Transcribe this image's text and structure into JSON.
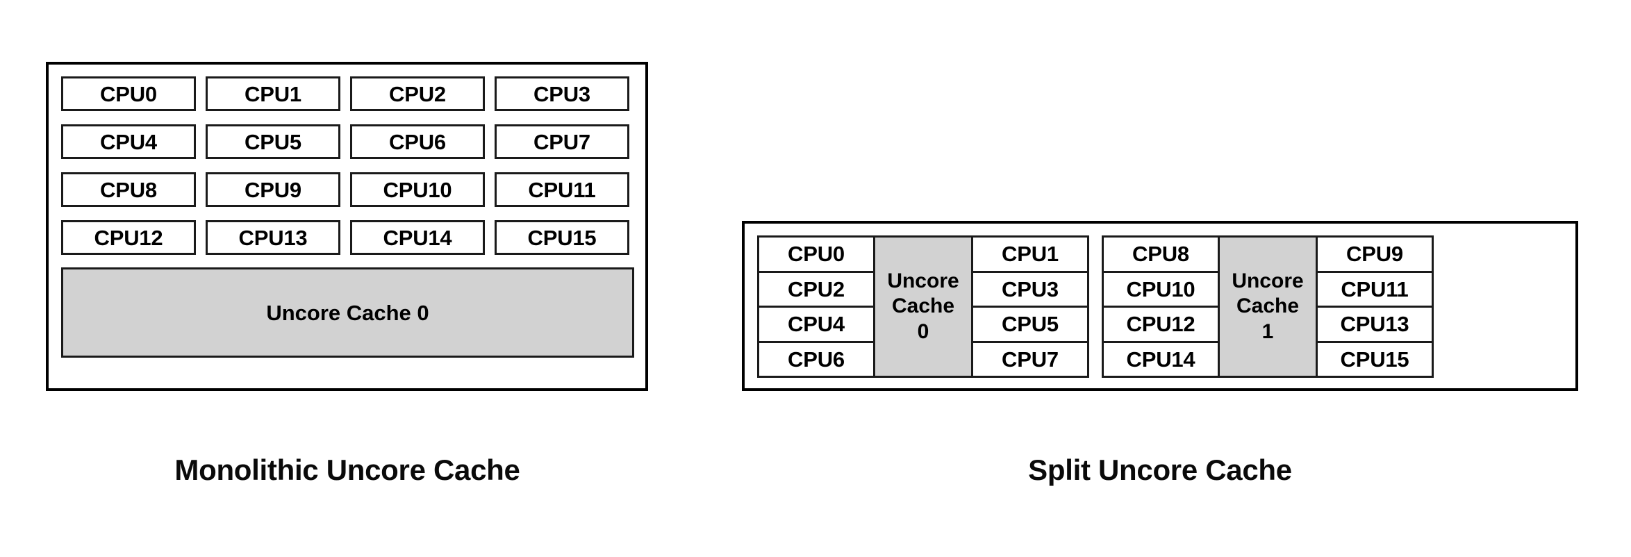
{
  "colors": {
    "cache_fill": "#d2d2d2",
    "border": "#1a1a1a",
    "outer_border": "#000000",
    "background": "#ffffff",
    "text": "#000000"
  },
  "figures": [
    {
      "id": "monolithic",
      "caption": "Monolithic Uncore Cache",
      "cpus": [
        "CPU0",
        "CPU1",
        "CPU2",
        "CPU3",
        "CPU4",
        "CPU5",
        "CPU6",
        "CPU7",
        "CPU8",
        "CPU9",
        "CPU10",
        "CPU11",
        "CPU12",
        "CPU13",
        "CPU14",
        "CPU15"
      ],
      "cache_label": "Uncore Cache 0"
    },
    {
      "id": "split",
      "caption": "Split Uncore Cache",
      "groups": [
        {
          "left_cpus": [
            "CPU0",
            "CPU2",
            "CPU4",
            "CPU6"
          ],
          "cache_lines": [
            "Uncore",
            "Cache",
            "0"
          ],
          "right_cpus": [
            "CPU1",
            "CPU3",
            "CPU5",
            "CPU7"
          ]
        },
        {
          "left_cpus": [
            "CPU8",
            "CPU10",
            "CPU12",
            "CPU14"
          ],
          "cache_lines": [
            "Uncore",
            "Cache",
            "1"
          ],
          "right_cpus": [
            "CPU9",
            "CPU11",
            "CPU13",
            "CPU15"
          ]
        }
      ]
    }
  ]
}
